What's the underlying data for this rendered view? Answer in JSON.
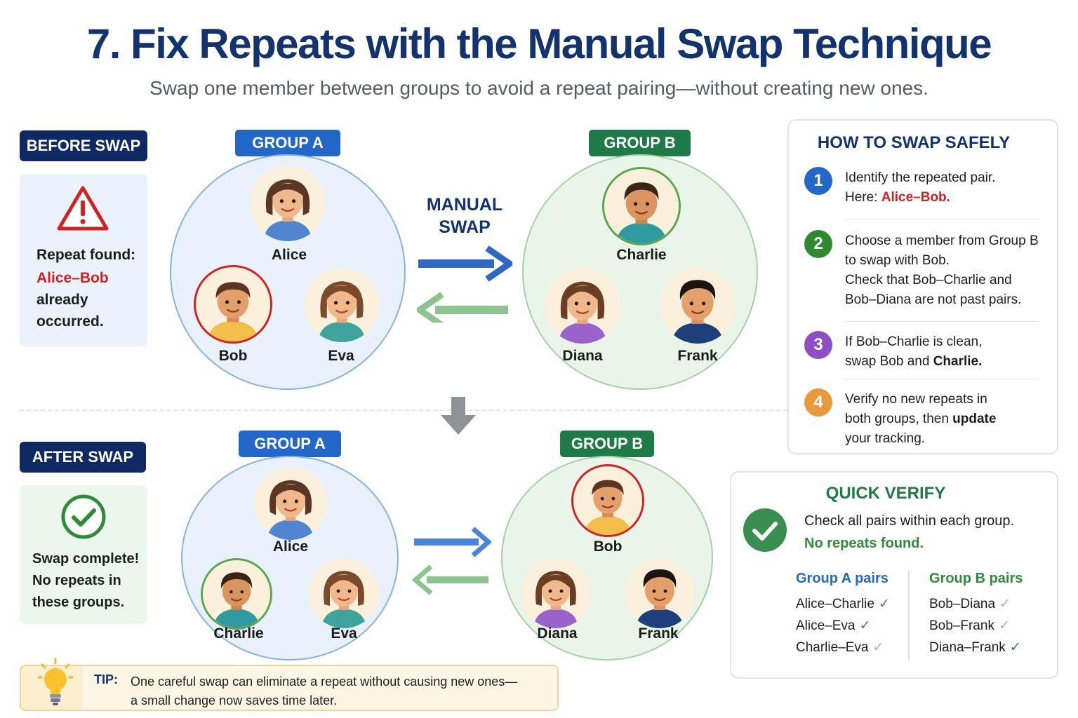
{
  "title": "7. Fix Repeats with the Manual Swap Technique",
  "subtitle": "Swap one member between groups to avoid a repeat pairing—without creating new ones.",
  "before": {
    "label": "BEFORE SWAP",
    "line1": "Repeat found:",
    "pair": "Alice–Bob",
    "line3": "already",
    "line4": "occurred.",
    "group_a": {
      "tag": "GROUP A",
      "members": [
        "Alice",
        "Bob",
        "Eva"
      ]
    },
    "group_b": {
      "tag": "GROUP B",
      "members": [
        "Charlie",
        "Diana",
        "Frank"
      ]
    }
  },
  "manual_swap": {
    "line1": "MANUAL",
    "line2": "SWAP"
  },
  "after": {
    "label": "AFTER SWAP",
    "line1": "Swap complete!",
    "line2": "No repeats in",
    "line3": "these groups.",
    "group_a": {
      "tag": "GROUP A",
      "members": [
        "Alice",
        "Charlie",
        "Eva"
      ]
    },
    "group_b": {
      "tag": "GROUP B",
      "members": [
        "Bob",
        "Diana",
        "Frank"
      ]
    }
  },
  "how_to": {
    "title": "HOW TO SWAP SAFELY",
    "steps": [
      {
        "num": "1",
        "text1": "Identify the repeated pair.",
        "text2_prefix": "Here: ",
        "text2_highlight": "Alice–Bob."
      },
      {
        "num": "2",
        "text1": "Choose a member from Group B",
        "text2": "to swap with Bob.",
        "text3": "Check that Bob–Charlie and",
        "text4": "Bob–Diana are not past pairs."
      },
      {
        "num": "3",
        "text1": "If Bob–Charlie is clean,",
        "text2_prefix": "swap Bob and ",
        "text2_bold": "Charlie."
      },
      {
        "num": "4",
        "text1": "Verify no new repeats in",
        "text2_prefix": "both groups, then ",
        "text2_bold": "update",
        "text3": "your tracking."
      }
    ]
  },
  "quick_verify": {
    "title": "QUICK VERIFY",
    "line1": "Check all pairs within each group.",
    "line2": "No repeats found.",
    "group_a_title": "Group A pairs",
    "group_a_pairs": [
      "Alice–Charlie",
      "Alice–Eva",
      "Charlie–Eva"
    ],
    "group_b_title": "Group B pairs",
    "group_b_pairs": [
      "Bob–Diana",
      "Bob–Frank",
      "Diana–Frank"
    ],
    "check": "✓"
  },
  "tip": {
    "label": "TIP:",
    "line1": "One careful swap can eliminate a repeat without causing new ones—",
    "line2": "a small change now saves time later."
  },
  "colors": {
    "navy": "#0f2a63",
    "group_a": "#2367c9",
    "group_b": "#1f7a48",
    "repeat_red": "#d32020",
    "ok_green": "#2e8b3a",
    "step1": "#2367c9",
    "step2": "#2f8a2f",
    "step3": "#8e4fc4",
    "step4": "#e89a3a"
  }
}
